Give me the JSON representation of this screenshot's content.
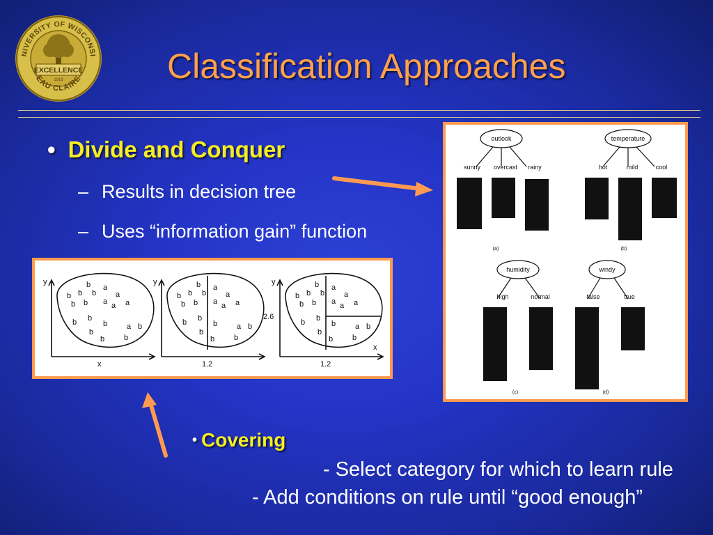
{
  "slide": {
    "title": "Classification Approaches",
    "colors": {
      "background": "#2434c6",
      "title": "#ffa14a",
      "bullet": "#f5ee22",
      "body_text": "#ffffff",
      "accent": "#ff9a50"
    }
  },
  "logo": {
    "icon": "university-seal-icon",
    "ring_text_top": "UNIVERSITY OF WISCONSIN",
    "ring_text_bottom": "EAU CLAIRE",
    "center_text": "EXCELLENCE",
    "small_text": "1916"
  },
  "bullets": [
    {
      "label": "Divide and Conquer",
      "sub_items": [
        "Results in decision tree",
        "Uses “information gain” function"
      ]
    }
  ],
  "bullet_markers": {
    "main": "•",
    "sub": "–"
  },
  "scatter_figure": {
    "panel_1": {
      "y_label": "y",
      "x_label": "x"
    },
    "panel_2": {
      "y_label": "y",
      "x_tick": "1.2"
    },
    "panel_3": {
      "y_label": "y",
      "y_tick": "2.6",
      "x_tick": "1.2",
      "x_label": "x"
    },
    "class_a": "a",
    "class_b": "b"
  },
  "tree_figure": {
    "trees": [
      {
        "root": "outlook",
        "branches": [
          "sunny",
          "overcast",
          "rainy"
        ],
        "caption": "(a)"
      },
      {
        "root": "temperature",
        "branches": [
          "hot",
          "mild",
          "cool"
        ],
        "caption": "(b)"
      },
      {
        "root": "humidity",
        "branches": [
          "high",
          "normal"
        ],
        "caption": "(c)"
      },
      {
        "root": "windy",
        "branches": [
          "false",
          "true"
        ],
        "caption": "(d)"
      }
    ]
  },
  "covering": {
    "marker": "•",
    "label": "Covering",
    "lines": [
      "- Select category for which to learn rule",
      "- Add conditions on rule until “good enough”"
    ]
  }
}
